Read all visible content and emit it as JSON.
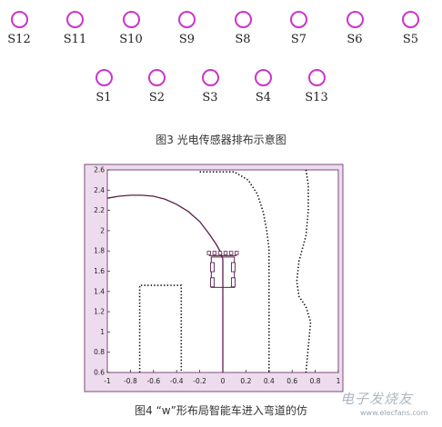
{
  "figure3": {
    "caption": "图3  光电传感器排布示意图",
    "row1": [
      "S12",
      "S11",
      "S10",
      "S9",
      "S8",
      "S7",
      "S6",
      "S5"
    ],
    "row2": [
      "S1",
      "S2",
      "S3",
      "S4",
      "S13"
    ],
    "sensor_color": "#cc33cc"
  },
  "figure4": {
    "caption": "图4  “w”形布局智能车进入弯道的仿",
    "frame_color": "#7a4d7a",
    "path_color": "#5a1f4a"
  },
  "chart_data": {
    "type": "line",
    "xlim": [
      -1,
      1
    ],
    "ylim": [
      0.6,
      2.6
    ],
    "x_ticks": [
      "-1",
      "-0.8",
      "-0.6",
      "-0.4",
      "-0.2",
      "0",
      "0.2",
      "0.4",
      "0.6",
      "0.8",
      "1"
    ],
    "y_ticks": [
      "0.6",
      "0.8",
      "1",
      "1.2",
      "1.4",
      "1.6",
      "1.8",
      "2",
      "2.2",
      "2.4",
      "2.6"
    ],
    "grid": false,
    "series": [
      {
        "style": "solid",
        "x": [
          -1,
          -0.9,
          -0.8,
          -0.7,
          -0.6,
          -0.5,
          -0.4,
          -0.3,
          -0.2,
          -0.12,
          -0.06,
          -0.02,
          0
        ],
        "y": [
          2.32,
          2.34,
          2.35,
          2.35,
          2.34,
          2.31,
          2.26,
          2.19,
          2.09,
          1.97,
          1.87,
          1.79,
          1.72
        ]
      },
      {
        "style": "solid",
        "x": [
          0,
          0
        ],
        "y": [
          1.72,
          0.6
        ]
      },
      {
        "style": "dotted",
        "x": [
          -0.72,
          -0.72,
          -0.36,
          -0.36
        ],
        "y": [
          0.6,
          1.46,
          1.46,
          0.6
        ]
      },
      {
        "style": "dotted",
        "x": [
          -0.2,
          0.1,
          0.22,
          0.3,
          0.35,
          0.38,
          0.4,
          0.4
        ],
        "y": [
          2.58,
          2.58,
          2.5,
          2.36,
          2.18,
          2.0,
          1.82,
          0.6
        ]
      },
      {
        "style": "dotted",
        "x": [
          0.72,
          0.74,
          0.74,
          0.72,
          0.66,
          0.64,
          0.66,
          0.72,
          0.76,
          0.74,
          0.72
        ],
        "y": [
          2.6,
          2.45,
          2.2,
          1.95,
          1.7,
          1.5,
          1.35,
          1.25,
          1.1,
          0.85,
          0.6
        ]
      }
    ],
    "car": {
      "sensor_row_y": 1.78,
      "sensor_x": [
        -0.12,
        -0.072,
        -0.024,
        0.024,
        0.072,
        0.12
      ],
      "body_top_y": 1.74,
      "body_bottom_y": 1.44,
      "body_x": [
        -0.1,
        0.1
      ],
      "wheels_x": [
        -0.09,
        0.09
      ],
      "wheels_y": [
        1.64,
        1.49
      ]
    }
  },
  "watermark": {
    "text": "电子发烧友",
    "url": "www.elecfans.com"
  }
}
